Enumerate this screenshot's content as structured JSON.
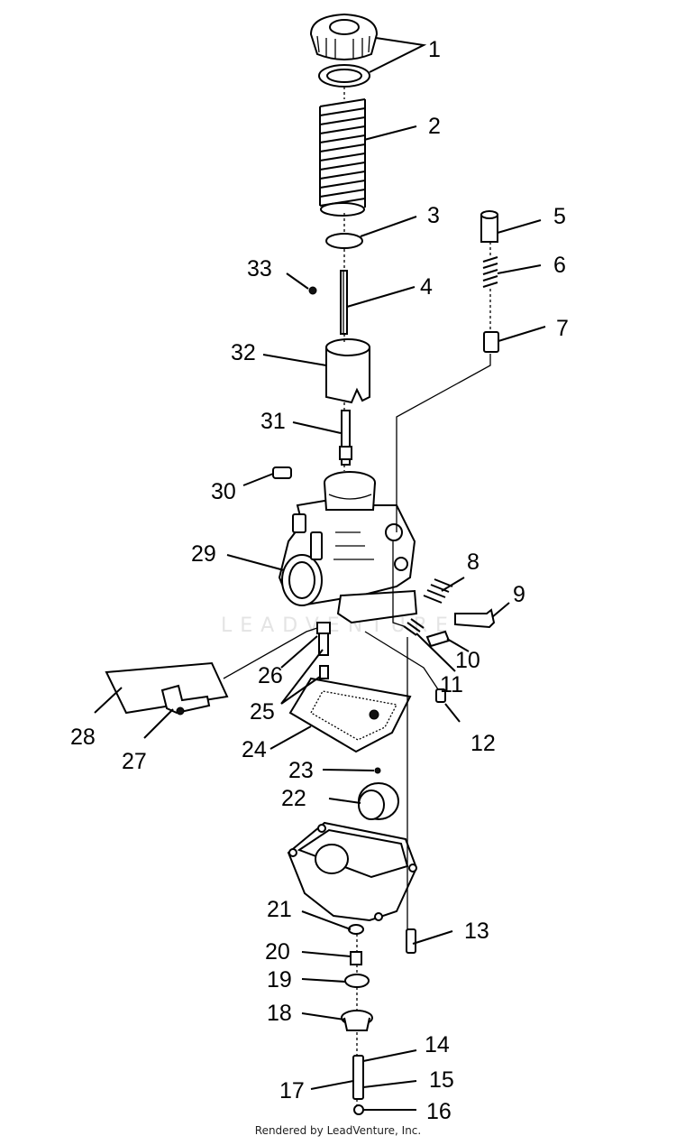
{
  "diagram": {
    "labels": [
      "1",
      "2",
      "3",
      "4",
      "5",
      "6",
      "7",
      "8",
      "9",
      "10",
      "11",
      "12",
      "13",
      "14",
      "15",
      "16",
      "17",
      "18",
      "19",
      "20",
      "21",
      "22",
      "23",
      "24",
      "25",
      "26",
      "27",
      "28",
      "29",
      "30",
      "31",
      "32",
      "33"
    ],
    "watermark": "LEADVENTURE",
    "footer": "Rendered by LeadVenture, Inc."
  }
}
